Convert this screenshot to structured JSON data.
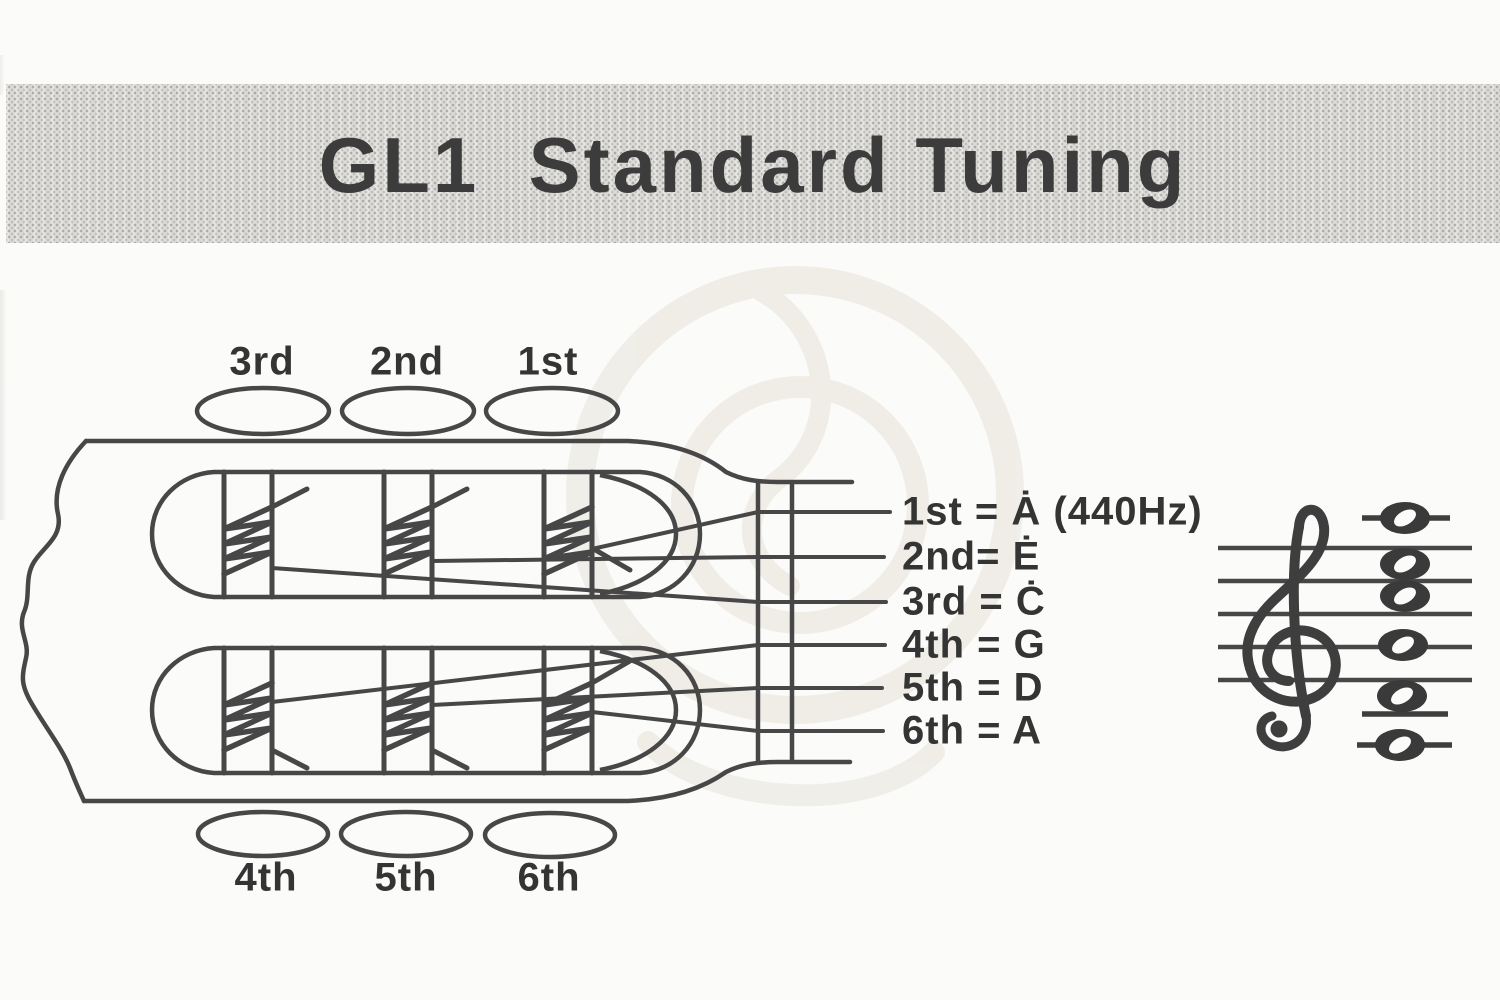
{
  "title": "GL1  Standard Tuning",
  "headstock": {
    "top_tuners": [
      "3rd",
      "2nd",
      "1st"
    ],
    "bottom_tuners": [
      "4th",
      "5th",
      "6th"
    ]
  },
  "tuning_labels": [
    "1st = Ȧ (440Hz)",
    "2nd= Ė",
    "3rd = Ċ",
    "4th = G",
    "5th = D",
    "6th = A"
  ],
  "staff": {
    "clef": "treble",
    "note_count": 6
  },
  "colors": {
    "background": "#fbfbf9",
    "band_background": "#deddd9",
    "band_dots": "#787874",
    "ink": "#3c3c3c",
    "line_art": "#474747",
    "watermark": "#d8d0c1"
  }
}
